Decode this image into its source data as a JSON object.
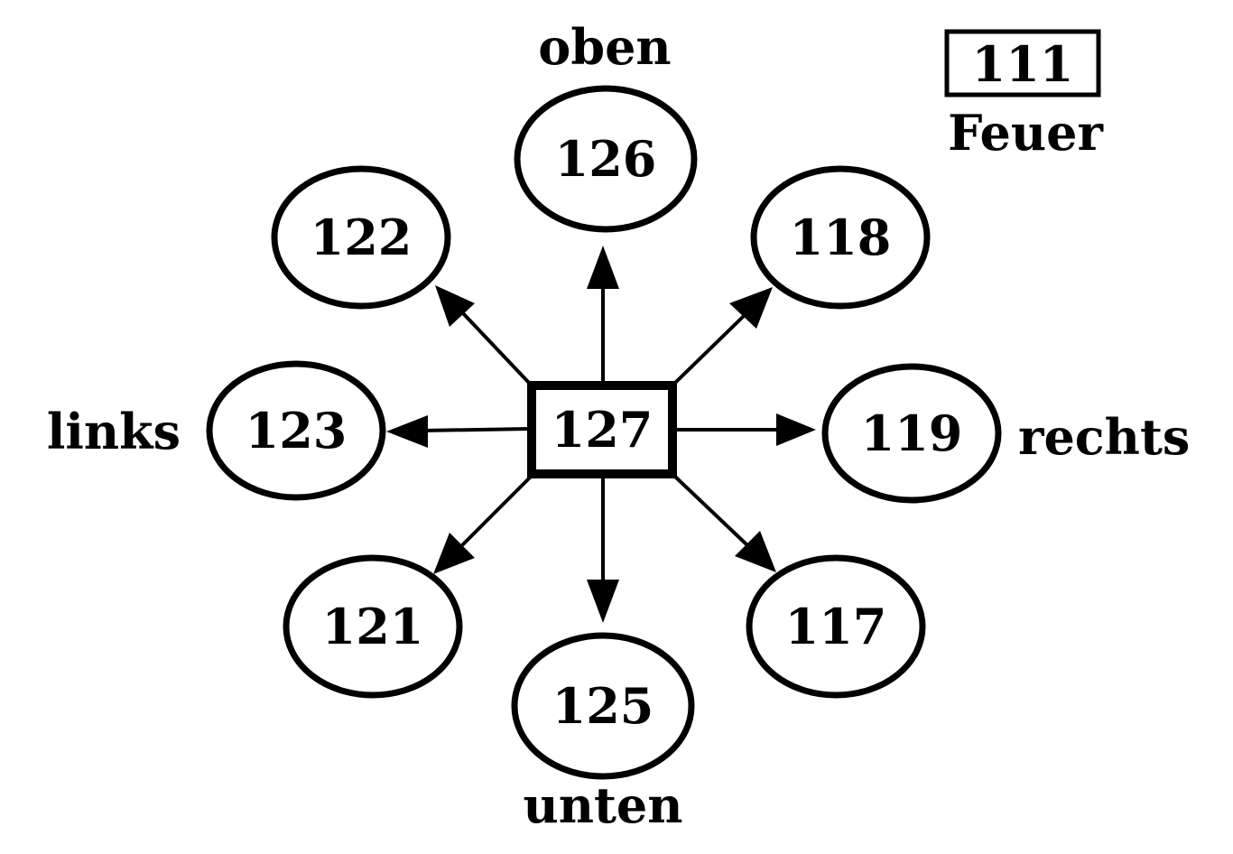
{
  "center": {
    "label": "127"
  },
  "nodes": {
    "n126": {
      "label": "126"
    },
    "n122": {
      "label": "122"
    },
    "n118": {
      "label": "118"
    },
    "n123": {
      "label": "123"
    },
    "n119": {
      "label": "119"
    },
    "n121": {
      "label": "121"
    },
    "n125": {
      "label": "125"
    },
    "n117": {
      "label": "117"
    }
  },
  "directions": {
    "up": "oben",
    "down": "unten",
    "left": "links",
    "right": "rechts"
  },
  "legend": {
    "box_label": "111",
    "caption": "Feuer"
  },
  "colors": {
    "stroke": "#000000",
    "background": "#ffffff"
  }
}
